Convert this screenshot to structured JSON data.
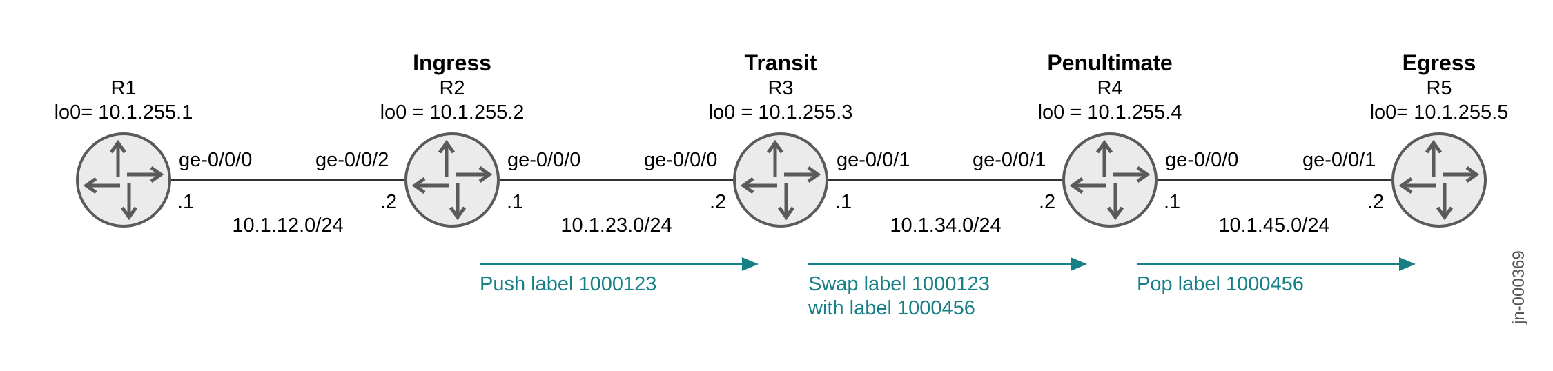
{
  "figure_id": "jn-000369",
  "colors": {
    "router_fill": "#ebebeb",
    "router_stroke": "#5a5a5a",
    "link": "#333333",
    "accent": "#168086"
  },
  "routers": [
    {
      "role": "",
      "name": "R1",
      "lo0": "lo0= 10.1.255.1"
    },
    {
      "role": "Ingress",
      "name": "R2",
      "lo0": "lo0 = 10.1.255.2"
    },
    {
      "role": "Transit",
      "name": "R3",
      "lo0": "lo0 = 10.1.255.3"
    },
    {
      "role": "Penultimate",
      "name": "R4",
      "lo0": "lo0 = 10.1.255.4"
    },
    {
      "role": "Egress",
      "name": "R5",
      "lo0": "lo0= 10.1.255.5"
    }
  ],
  "links": [
    {
      "subnet": "10.1.12.0/24",
      "left_if": "ge-0/0/0",
      "right_if": "ge-0/0/2",
      "left_host": ".1",
      "right_host": ".2"
    },
    {
      "subnet": "10.1.23.0/24",
      "left_if": "ge-0/0/0",
      "right_if": "ge-0/0/0",
      "left_host": ".1",
      "right_host": ".2"
    },
    {
      "subnet": "10.1.34.0/24",
      "left_if": "ge-0/0/1",
      "right_if": "ge-0/0/1",
      "left_host": ".1",
      "right_host": ".2"
    },
    {
      "subnet": "10.1.45.0/24",
      "left_if": "ge-0/0/0",
      "right_if": "ge-0/0/1",
      "left_host": ".1",
      "right_host": ".2"
    }
  ],
  "operations": [
    {
      "lines": [
        "Push label 1000123"
      ]
    },
    {
      "lines": [
        "Swap label 1000123",
        "with label 1000456"
      ]
    },
    {
      "lines": [
        "Pop label 1000456"
      ]
    }
  ]
}
